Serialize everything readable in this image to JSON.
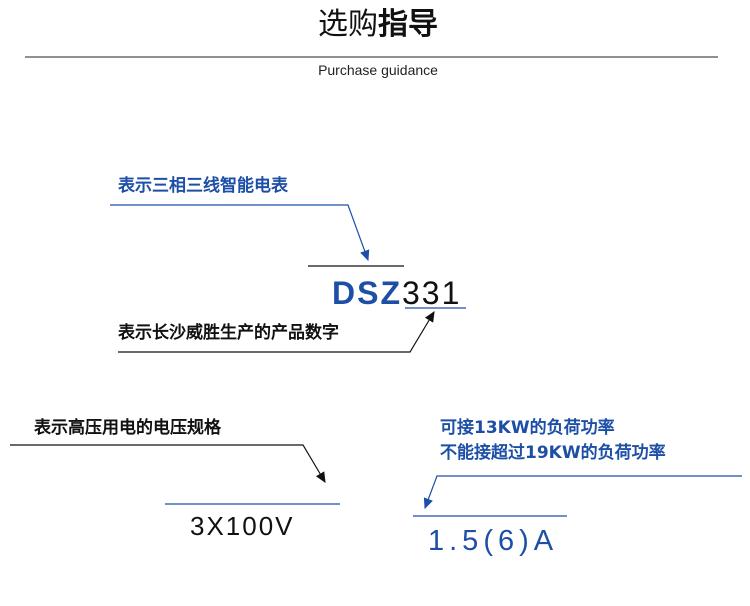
{
  "header": {
    "title_light": "选购",
    "title_bold": "指导",
    "subtitle": "Purchase guidance"
  },
  "model": {
    "type_prefix": "DSZ",
    "type_number": "331",
    "prefix_note": "表示三相三线智能电表",
    "number_note": "表示长沙威胜生产的产品数字"
  },
  "voltage": {
    "value": "3X100V",
    "note": "表示高压用电的电压规格"
  },
  "current": {
    "value": "1.5(6)A",
    "note_line1": "可接13KW的负荷功率",
    "note_line2": "不能接超过19KW的负荷功率"
  },
  "colors": {
    "accent": "#1d4fa6",
    "text": "#111111"
  }
}
